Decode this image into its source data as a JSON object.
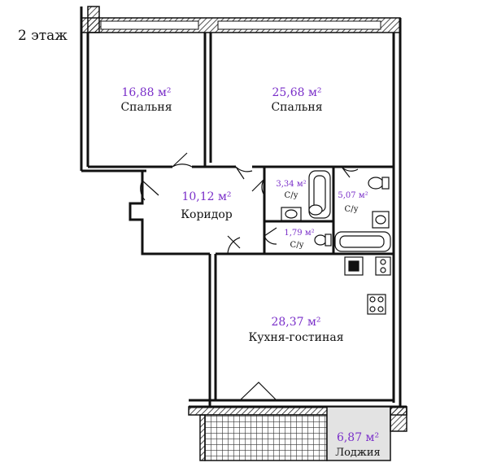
{
  "floor_label": "2 этаж",
  "rooms": [
    {
      "id": "bedroom-1",
      "area": "16,88 м²",
      "name": "Спальня"
    },
    {
      "id": "bedroom-2",
      "area": "25,68 м²",
      "name": "Спальня"
    },
    {
      "id": "corridor",
      "area": "10,12 м²",
      "name": "Коридор"
    },
    {
      "id": "bathroom-1",
      "area": "3,34 м²",
      "name": "С/у"
    },
    {
      "id": "bathroom-2",
      "area": "5,07 м²",
      "name": "С/у"
    },
    {
      "id": "bathroom-3",
      "area": "1,79 м²",
      "name": "С/у"
    },
    {
      "id": "kitchen-living",
      "area": "28,37 м²",
      "name": "Кухня-гостиная"
    },
    {
      "id": "loggia",
      "area": "6,87 м²",
      "name": "Лоджия"
    }
  ],
  "colors": {
    "area_text": "#7a2fc9",
    "wall": "#111111",
    "loggia_fill": "#e3e3e3",
    "hatch": "#222222"
  }
}
